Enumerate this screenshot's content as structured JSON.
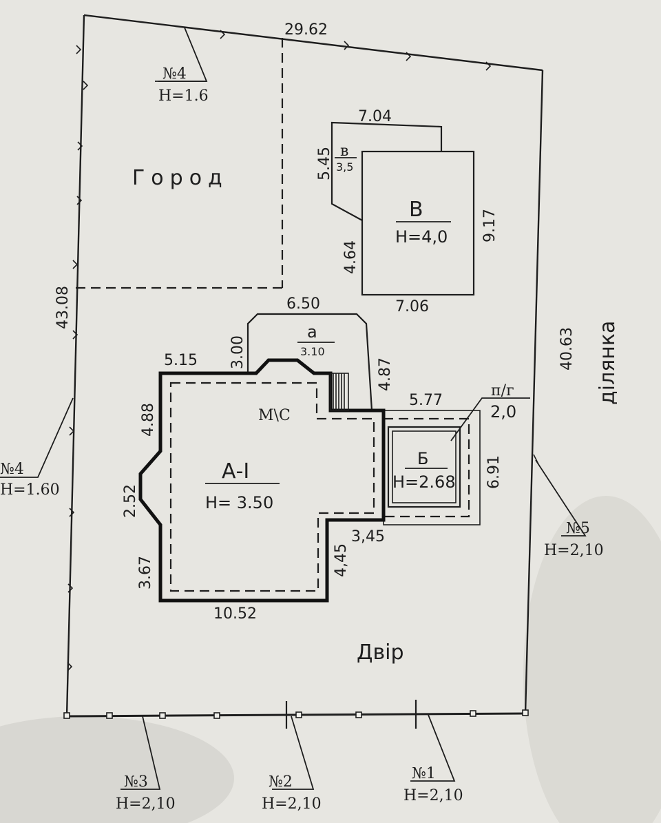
{
  "areas": {
    "garden": "Город",
    "yard": "Двір",
    "plot": "ділянка"
  },
  "buildings": {
    "main": {
      "name": "А-I",
      "height": "Н= 3.50",
      "mc": "М\\С"
    },
    "b": {
      "name": "Б",
      "height": "Н=2.68"
    },
    "v": {
      "name": "В",
      "height": "Н=4,0"
    },
    "v_small": {
      "name": "в",
      "height": "3,5"
    },
    "a": {
      "name": "а",
      "height": "3.10"
    },
    "pg": {
      "name": "п/г",
      "height": "2,0"
    }
  },
  "fences": {
    "n1": {
      "num": "№1",
      "height": "Н=2,10"
    },
    "n2": {
      "num": "№2",
      "height": "Н=2,10"
    },
    "n3": {
      "num": "№3",
      "height": "Н=2,10"
    },
    "n4_top": {
      "num": "№4",
      "height": "Н=1.6"
    },
    "n4_left": {
      "num": "№4",
      "height": "Н=1.60"
    },
    "n5": {
      "num": "№5",
      "height": "Н=2,10"
    }
  },
  "dimensions": {
    "top": "29.62",
    "right": "40.63",
    "left": "43.08",
    "v_top": "7.04",
    "v_small_side": "5.45",
    "v_left": "4.64",
    "v_right": "9.17",
    "v_bottom": "7.06",
    "a_top": "6.50",
    "a_left": "3.00",
    "a_right": "4.87",
    "main_top": "5.15",
    "main_left_top": "4.88",
    "main_bay": "2.52",
    "main_left_bottom": "3.67",
    "main_bottom": "10.52",
    "main_step_v": "4,45",
    "main_step_h": "3,45",
    "b_top": "5.77",
    "b_right": "6.91"
  }
}
